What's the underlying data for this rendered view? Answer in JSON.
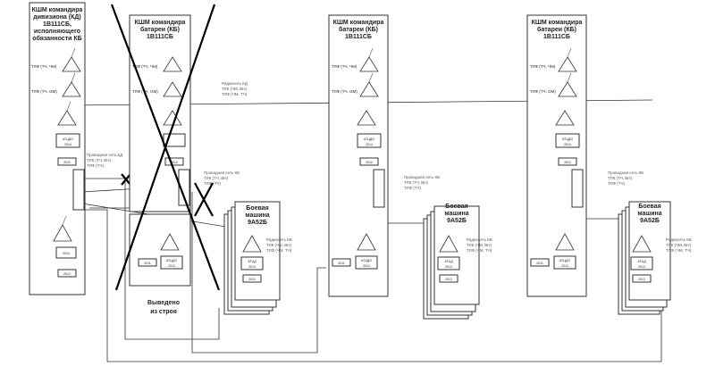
{
  "column_kd": {
    "title": [
      "КШМ командира",
      "дивизиона (КД)",
      "1В111СБ,",
      "исполняющего",
      "обязанности КБ"
    ],
    "port_a": "ТЛФ (ТЧ, ЧМ)",
    "port_b": "ТЛФ (ТЧ, ОМ)",
    "link_note": [
      "Проводная сеть КД",
      "ТЛК (ТЧ, ВН)",
      "ТЛФ (ТЧ)"
    ],
    "unit_2011": "2011",
    "unit_2012": "2012",
    "atdz": [
      "АТЦД/2",
      "2014"
    ]
  },
  "column_kb": {
    "title": [
      "КШМ командира",
      "батареи (КБ)",
      "1В111СБ"
    ],
    "port_a": "ТЛФ (ТЧ, ЧМ)",
    "port_b": "ТЛФ (ТЧ, ОМ)",
    "unit_2011": "2011",
    "unit_2012": "2012",
    "atdz": [
      "АТЦД/2",
      "2014"
    ],
    "link_note": [
      "Проводная сеть КБ",
      "ТЛК (ТЧ, ВН)",
      "ТЛФ (ТЧ)"
    ],
    "radio_note": [
      "Радиосеть КБ",
      "ТЛК (ЧМ, ВН)",
      "ТЛФ (ЧМ, ТЧ)"
    ]
  },
  "radio_kd_note": [
    "Радиосеть КД",
    "ТЛК (ЧМ, ВН)",
    "ТЛФ (ЧМ, ТЧ)"
  ],
  "combat_vehicle": {
    "title": [
      "Боевая",
      "машина",
      "9А52Б"
    ],
    "atdz": [
      "АТЦД",
      "2014"
    ],
    "unit_2012": "2012"
  },
  "out_of_order": [
    "Выведено",
    "из строя"
  ],
  "icons": [
    "antenna-icon",
    "radio-triangle-icon",
    "cross-mark-icon"
  ]
}
